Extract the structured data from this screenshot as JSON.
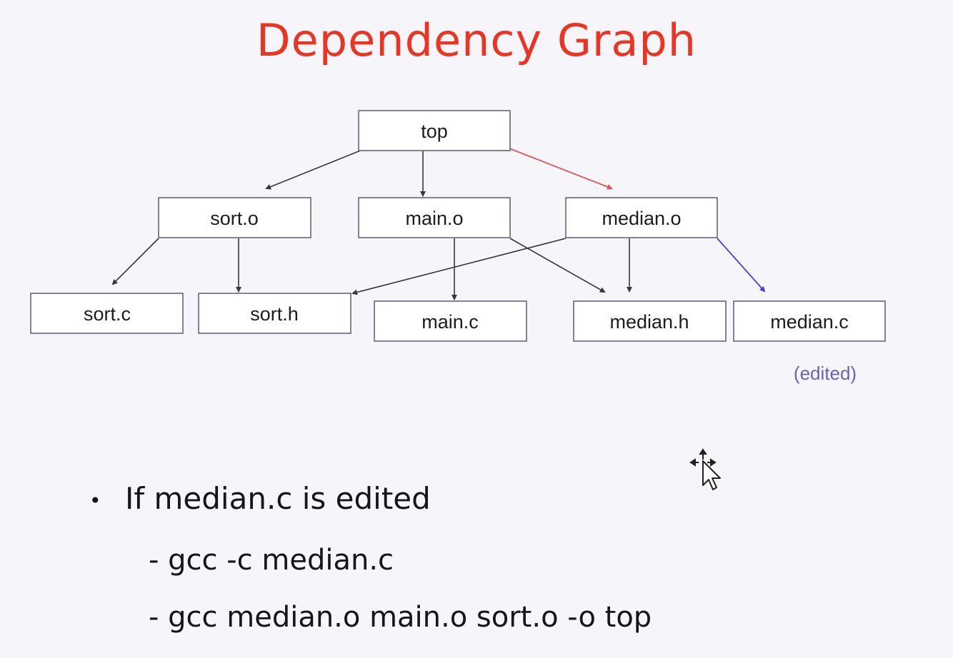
{
  "title": "Dependency Graph",
  "nodes": {
    "top": "top",
    "sort_o": "sort.o",
    "main_o": "main.o",
    "median_o": "median.o",
    "sort_c": "sort.c",
    "sort_h": "sort.h",
    "main_c": "main.c",
    "median_h": "median.h",
    "median_c": "median.c"
  },
  "edited_note": "(edited)",
  "edge_colors": {
    "default": "#3a3540",
    "highlight_red": "#e8505a",
    "highlight_blue": "#5a4ed0"
  },
  "bullets": {
    "dot": "•",
    "main": "If median.c is edited",
    "sub": [
      "- gcc -c median.c",
      "- gcc median.o main.o sort.o -o top"
    ]
  },
  "cursor_icon": "move-arrow-cursor-icon"
}
